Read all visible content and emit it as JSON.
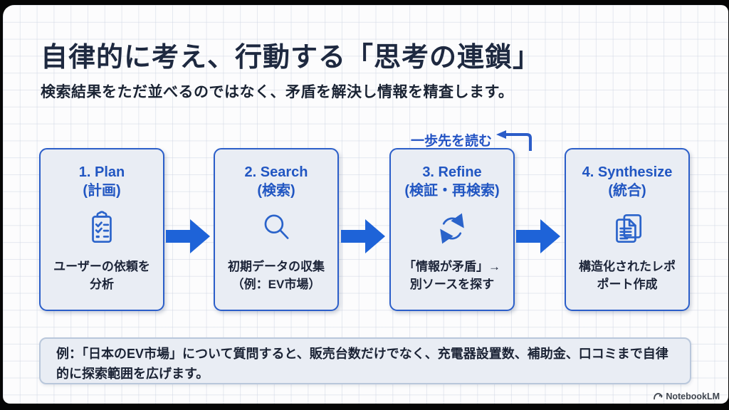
{
  "slide": {
    "title": "自律的に考え、行動する「思考の連鎖」",
    "subtitle": "検索結果をただ並べるのではなく、矛盾を解決し情報を精査します。",
    "flow": {
      "loop_label": "一歩先を読む",
      "steps": [
        {
          "title": "1. Plan",
          "title_jp": "(計画)",
          "icon": "clipboard-checklist-icon",
          "desc_line1": "ユーザーの依頼を",
          "desc_line2": "分析"
        },
        {
          "title": "2. Search",
          "title_jp": "(検索)",
          "icon": "search-icon",
          "desc_line1": "初期データの収集",
          "desc_line2": "（例：EV市場）"
        },
        {
          "title": "3. Refine",
          "title_jp": "(検証・再検索)",
          "icon": "refresh-cycle-icon",
          "desc_line1": "「情報が矛盾」→",
          "desc_line2": "別ソースを探す"
        },
        {
          "title": "4. Synthesize",
          "title_jp": "(統合)",
          "icon": "documents-icon",
          "desc_line1": "構造化されたレポ",
          "desc_line2": "ポート作成"
        }
      ]
    },
    "example_note": "例：「日本のEV市場」について質問すると、販売台数だけでなく、充電器設置数、補助金、口コミまで自律的に探索範囲を広げます。",
    "footer_brand": "NotebookLM"
  },
  "colors": {
    "title_text": "#1e2940",
    "step_title_blue": "#2156c2",
    "box_border_blue": "#2b5ec9",
    "box_fill": "#e9edf4",
    "arrow_blue": "#1e63d8",
    "loop_blue": "#2353c4",
    "note_border": "#b9c7db",
    "frame_black": "#060606",
    "grid_line": "#cdd4e2"
  }
}
